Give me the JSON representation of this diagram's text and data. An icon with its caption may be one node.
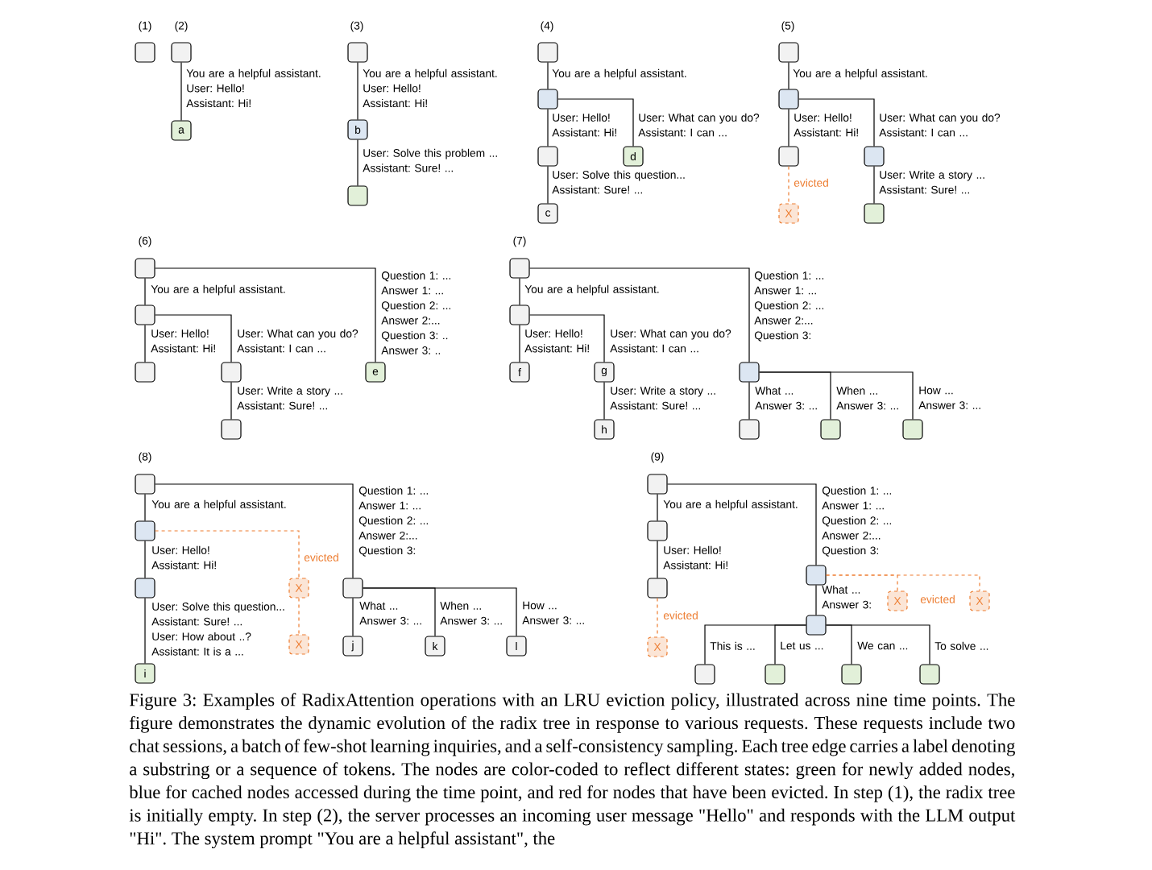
{
  "diagram": {
    "caption": "Figure 3: Examples of RadixAttention operations with an LRU eviction policy, illustrated across nine time points. The figure demonstrates the dynamic evolution of the radix tree in response to various requests. These requests include two chat sessions, a batch of few-shot learning inquiries, and a self-consistency sampling. Each tree edge carries a label denoting a substring or a sequence of tokens. The nodes are color-coded to reflect different states: green for newly added nodes, blue for cached nodes accessed during the time point, and red for nodes that have been evicted. In step (1), the radix tree is initially empty. In step (2), the server processes an incoming user message \"Hello\" and responds with the LLM output \"Hi\". The system prompt \"You are a helpful assistant\", the",
    "nodes": [
      {
        "text": [],
        "shape": "box"
      },
      {
        "text": [],
        "shape": "box"
      },
      {
        "text": [
          "a"
        ]
      },
      {
        "text": [],
        "shape": "box"
      },
      {
        "text": [
          "b"
        ]
      },
      {
        "text": [],
        "shape": "box"
      },
      {
        "text": [],
        "shape": "box"
      },
      {
        "text": [],
        "shape": "box"
      },
      {
        "text": [],
        "shape": "box"
      },
      {
        "text": [
          "d"
        ]
      },
      {
        "text": [
          "c"
        ]
      },
      {
        "text": [],
        "shape": "box"
      },
      {
        "text": [],
        "shape": "box"
      },
      {
        "text": [],
        "shape": "box"
      },
      {
        "text": [],
        "shape": "box"
      },
      {
        "text": [
          "X"
        ]
      },
      {
        "text": [],
        "shape": "box"
      },
      {
        "text": [],
        "shape": "box"
      },
      {
        "text": [],
        "shape": "box"
      },
      {
        "text": [],
        "shape": "box"
      },
      {
        "text": [],
        "shape": "box"
      },
      {
        "text": [
          "e"
        ]
      },
      {
        "text": [],
        "shape": "box"
      },
      {
        "text": [],
        "shape": "box"
      },
      {
        "text": [],
        "shape": "box"
      },
      {
        "text": [
          "f"
        ]
      },
      {
        "text": [
          "g"
        ]
      },
      {
        "text": [],
        "shape": "box"
      },
      {
        "text": [
          "h"
        ]
      },
      {
        "text": [],
        "shape": "box"
      },
      {
        "text": [],
        "shape": "box"
      },
      {
        "text": [],
        "shape": "box"
      },
      {
        "text": [],
        "shape": "box"
      },
      {
        "text": [],
        "shape": "box"
      },
      {
        "text": [],
        "shape": "box"
      },
      {
        "text": [
          "X"
        ]
      },
      {
        "text": [],
        "shape": "box"
      },
      {
        "text": [
          "X"
        ]
      },
      {
        "text": [
          "j"
        ]
      },
      {
        "text": [
          "k"
        ]
      },
      {
        "text": [
          "l"
        ]
      },
      {
        "text": [
          "i"
        ]
      },
      {
        "text": [],
        "shape": "box"
      },
      {
        "text": [],
        "shape": "box"
      },
      {
        "text": [],
        "shape": "box"
      },
      {
        "text": [],
        "shape": "box"
      },
      {
        "text": [
          "X"
        ]
      },
      {
        "text": [
          "X"
        ]
      },
      {
        "text": [],
        "shape": "box"
      },
      {
        "text": [
          "X"
        ]
      },
      {
        "text": [],
        "shape": "box"
      },
      {
        "text": [],
        "shape": "box"
      },
      {
        "text": [],
        "shape": "box"
      },
      {
        "text": [],
        "shape": "box"
      }
    ],
    "edges": [
      {
        "from": 1,
        "to": 2,
        "arrow": "none",
        "label": "You are a helpful assistant. User: Hello! Assistant: Hi!"
      },
      {
        "from": 3,
        "to": 4,
        "arrow": "none",
        "label": "You are a helpful assistant. User: Hello! Assistant: Hi!"
      },
      {
        "from": 4,
        "to": 5,
        "arrow": "none",
        "label": "User: Solve this problem ... Assistant: Sure! ..."
      },
      {
        "from": 6,
        "to": 7,
        "arrow": "none",
        "label": "You are a helpful assistant."
      },
      {
        "from": 7,
        "to": 8,
        "arrow": "none",
        "label": "User: Hello! Assistant: Hi!"
      },
      {
        "from": 7,
        "to": 9,
        "arrow": "none",
        "label": "User: What can you do? Assistant: I can ..."
      },
      {
        "from": 8,
        "to": 10,
        "arrow": "none",
        "label": "User: Solve this question... Assistant: Sure! ..."
      },
      {
        "from": 11,
        "to": 12,
        "arrow": "none",
        "label": "You are a helpful assistant."
      },
      {
        "from": 12,
        "to": 13,
        "arrow": "none",
        "label": "User: Hello! Assistant: Hi!"
      },
      {
        "from": 12,
        "to": 14,
        "arrow": "none",
        "label": "User: What can you do? Assistant: I can ..."
      },
      {
        "from": 13,
        "to": 15,
        "arrow": "none",
        "label": "evicted",
        "style": "dashed",
        "color": "#ed7d31"
      },
      {
        "from": 14,
        "to": 16,
        "arrow": "none",
        "label": "User: Write a story ... Assistant: Sure! ..."
      },
      {
        "from": 17,
        "to": 18,
        "arrow": "none",
        "label": "You are a helpful assistant."
      },
      {
        "from": 17,
        "to": 21,
        "arrow": "none",
        "label": "Question 1: ... Answer 1: ... Question 2: ... Answer 2:... Question 3: .. Answer 3: .."
      },
      {
        "from": 18,
        "to": 19,
        "arrow": "none",
        "label": "User: Hello! Assistant: Hi!"
      },
      {
        "from": 18,
        "to": 20,
        "arrow": "none",
        "label": "User: What can you do? Assistant: I can ..."
      },
      {
        "from": 20,
        "to": 22,
        "arrow": "none",
        "label": "User: Write a story ... Assistant: Sure! ..."
      },
      {
        "from": 23,
        "to": 24,
        "arrow": "none",
        "label": "You are a helpful assistant."
      },
      {
        "from": 23,
        "to": 27,
        "arrow": "none",
        "label": "Question 1: ... Answer 1: ... Question 2: ... Answer 2:... Question 3:"
      },
      {
        "from": 24,
        "to": 25,
        "arrow": "none",
        "label": "User: Hello! Assistant: Hi!"
      },
      {
        "from": 24,
        "to": 26,
        "arrow": "none",
        "label": "User: What can you do? Assistant: I can ..."
      },
      {
        "from": 26,
        "to": 28,
        "arrow": "none",
        "label": "User: Write a story ... Assistant: Sure! ..."
      },
      {
        "from": 27,
        "to": 29,
        "arrow": "none",
        "label": "What ... Answer 3: ..."
      },
      {
        "from": 27,
        "to": 30,
        "arrow": "none",
        "label": "When ... Answer 3: ..."
      },
      {
        "from": 27,
        "to": 31,
        "arrow": "none",
        "label": "How ... Answer 3: ..."
      },
      {
        "from": 32,
        "to": 33,
        "arrow": "none",
        "label": "You are a helpful assistant."
      },
      {
        "from": 32,
        "to": 36,
        "arrow": "none",
        "label": "Question 1: ... Answer 1: ... Question 2: ... Answer 2:... Question 3:"
      },
      {
        "from": 33,
        "to": 34,
        "arrow": "none",
        "label": "User: Hello! Assistant: Hi!"
      },
      {
        "from": 33,
        "to": 35,
        "arrow": "none",
        "label": "evicted",
        "style": "dashed",
        "color": "#ed7d31"
      },
      {
        "from": 34,
        "to": 41,
        "arrow": "none",
        "label": "User: Solve this question... Assistant: Sure! ... User: How about ..? Assistant: It is a ..."
      },
      {
        "from": 35,
        "to": 37,
        "arrow": "none",
        "style": "dashed",
        "color": "#ed7d31"
      },
      {
        "from": 36,
        "to": 38,
        "arrow": "none",
        "label": "What ... Answer 3: ..."
      },
      {
        "from": 36,
        "to": 39,
        "arrow": "none",
        "label": "When ... Answer 3: ..."
      },
      {
        "from": 36,
        "to": 40,
        "arrow": "none",
        "label": "How ... Answer 3: ..."
      },
      {
        "from": 42,
        "to": 43,
        "arrow": "none",
        "label": "You are a helpful assistant."
      },
      {
        "from": 42,
        "to": 44,
        "arrow": "none",
        "label": "Question 1: ... Answer 1: ... Question 2: ... Answer 2:... Question 3:"
      },
      {
        "from": 43,
        "to": 45,
        "arrow": "none",
        "label": "User: Hello! Assistant: Hi!"
      },
      {
        "from": 45,
        "to": 49,
        "arrow": "none",
        "label": "evicted",
        "style": "dashed",
        "color": "#ed7d31"
      },
      {
        "from": 44,
        "to": 48,
        "arrow": "none",
        "label": "What ... Answer 3:"
      },
      {
        "from": 44,
        "to": 46,
        "arrow": "none",
        "style": "dashed",
        "color": "#ed7d31"
      },
      {
        "from": 44,
        "to": 47,
        "arrow": "none",
        "label": "evicted",
        "style": "dashed",
        "color": "#ed7d31"
      },
      {
        "from": 48,
        "to": 50,
        "arrow": "none",
        "label": "This is ..."
      },
      {
        "from": 48,
        "to": 51,
        "arrow": "none",
        "label": "Let us ..."
      },
      {
        "from": 48,
        "to": 52,
        "arrow": "none",
        "label": "We can ..."
      },
      {
        "from": 48,
        "to": 53,
        "arrow": "none",
        "label": "To solve ..."
      }
    ],
    "labels": [
      "(1)",
      "(2)",
      "(3)",
      "(4)",
      "(5)",
      "(6)",
      "(7)",
      "(8)",
      "(9)"
    ]
  }
}
